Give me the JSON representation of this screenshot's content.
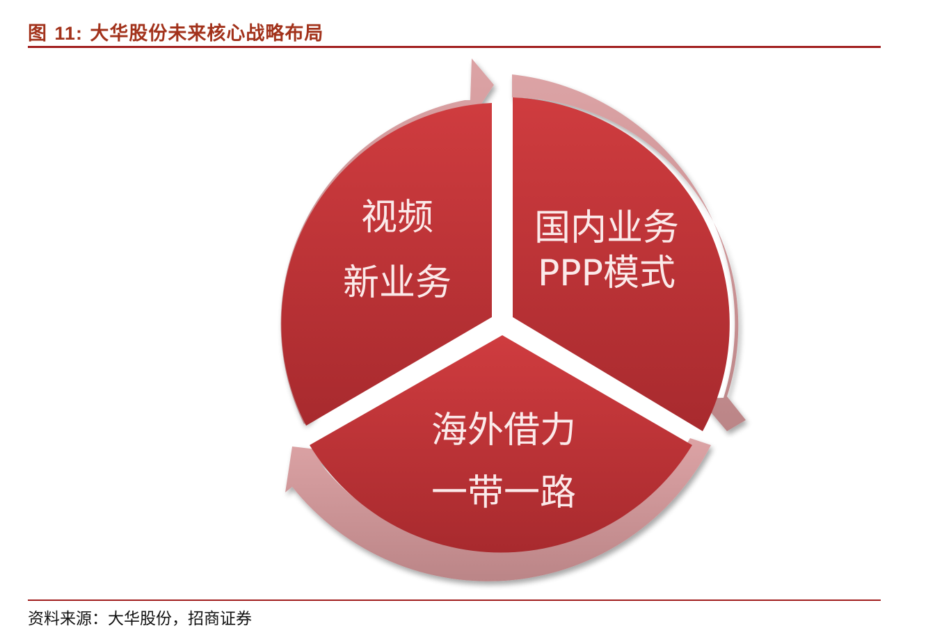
{
  "figure": {
    "label": "图",
    "number": "11:",
    "title": "大华股份未来核心战略布局"
  },
  "diagram": {
    "type": "cycle-pie",
    "segments": [
      {
        "id": "video",
        "lines": [
          "视频",
          "新业务"
        ]
      },
      {
        "id": "domestic",
        "lines": [
          "国内业务",
          "PPP模式"
        ]
      },
      {
        "id": "overseas",
        "lines": [
          "海外借力",
          "一带一路"
        ]
      }
    ],
    "colors": {
      "segment_fill": "#c8373a",
      "segment_fill_dark": "#a82a2e",
      "ring_fill": "#d9a0a2",
      "ring_fill_dark": "#bf8a8c",
      "text": "#fbeaea",
      "accent_rule": "#a01c1c",
      "title": "#a2321b"
    }
  },
  "source": "资料来源：大华股份，招商证券"
}
